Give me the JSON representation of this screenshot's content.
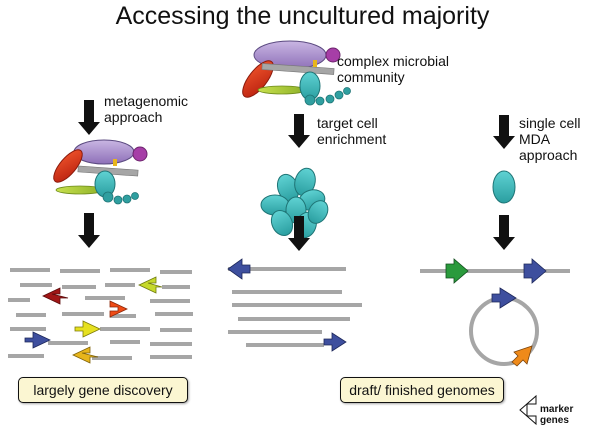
{
  "title": "Accessing the uncultured majority",
  "labels": {
    "complex_community": [
      "complex microbial",
      "community"
    ],
    "metagenomic": [
      "metagenomic",
      "approach"
    ],
    "target_cell": [
      "target cell",
      "enrichment"
    ],
    "single_cell": [
      "single cell",
      "MDA",
      "approach"
    ]
  },
  "outcomes": {
    "metagenomic": "largely gene discovery",
    "genomes": "draft/ finished genomes"
  },
  "legend": {
    "label": "marker genes"
  },
  "colors": {
    "read_gray": "#a6a6a6",
    "cell_teal": "#3ab7b9",
    "arrow_black": "#111111",
    "box_fill": "#fbf6d2",
    "purple": "#a98ec9",
    "magenta": "#a63ea7",
    "red": "#d8321b",
    "lime": "#a5c93a",
    "gene_red": "#a11616",
    "gene_yellowgreen": "#c6d92a",
    "gene_orangered": "#ef4b16",
    "gene_yellow": "#e6e01f",
    "gene_blue": "#3e4f9e",
    "gene_gold": "#e7b51b",
    "gene_green": "#2a9a3c",
    "gene_orange": "#ef8a1a"
  }
}
